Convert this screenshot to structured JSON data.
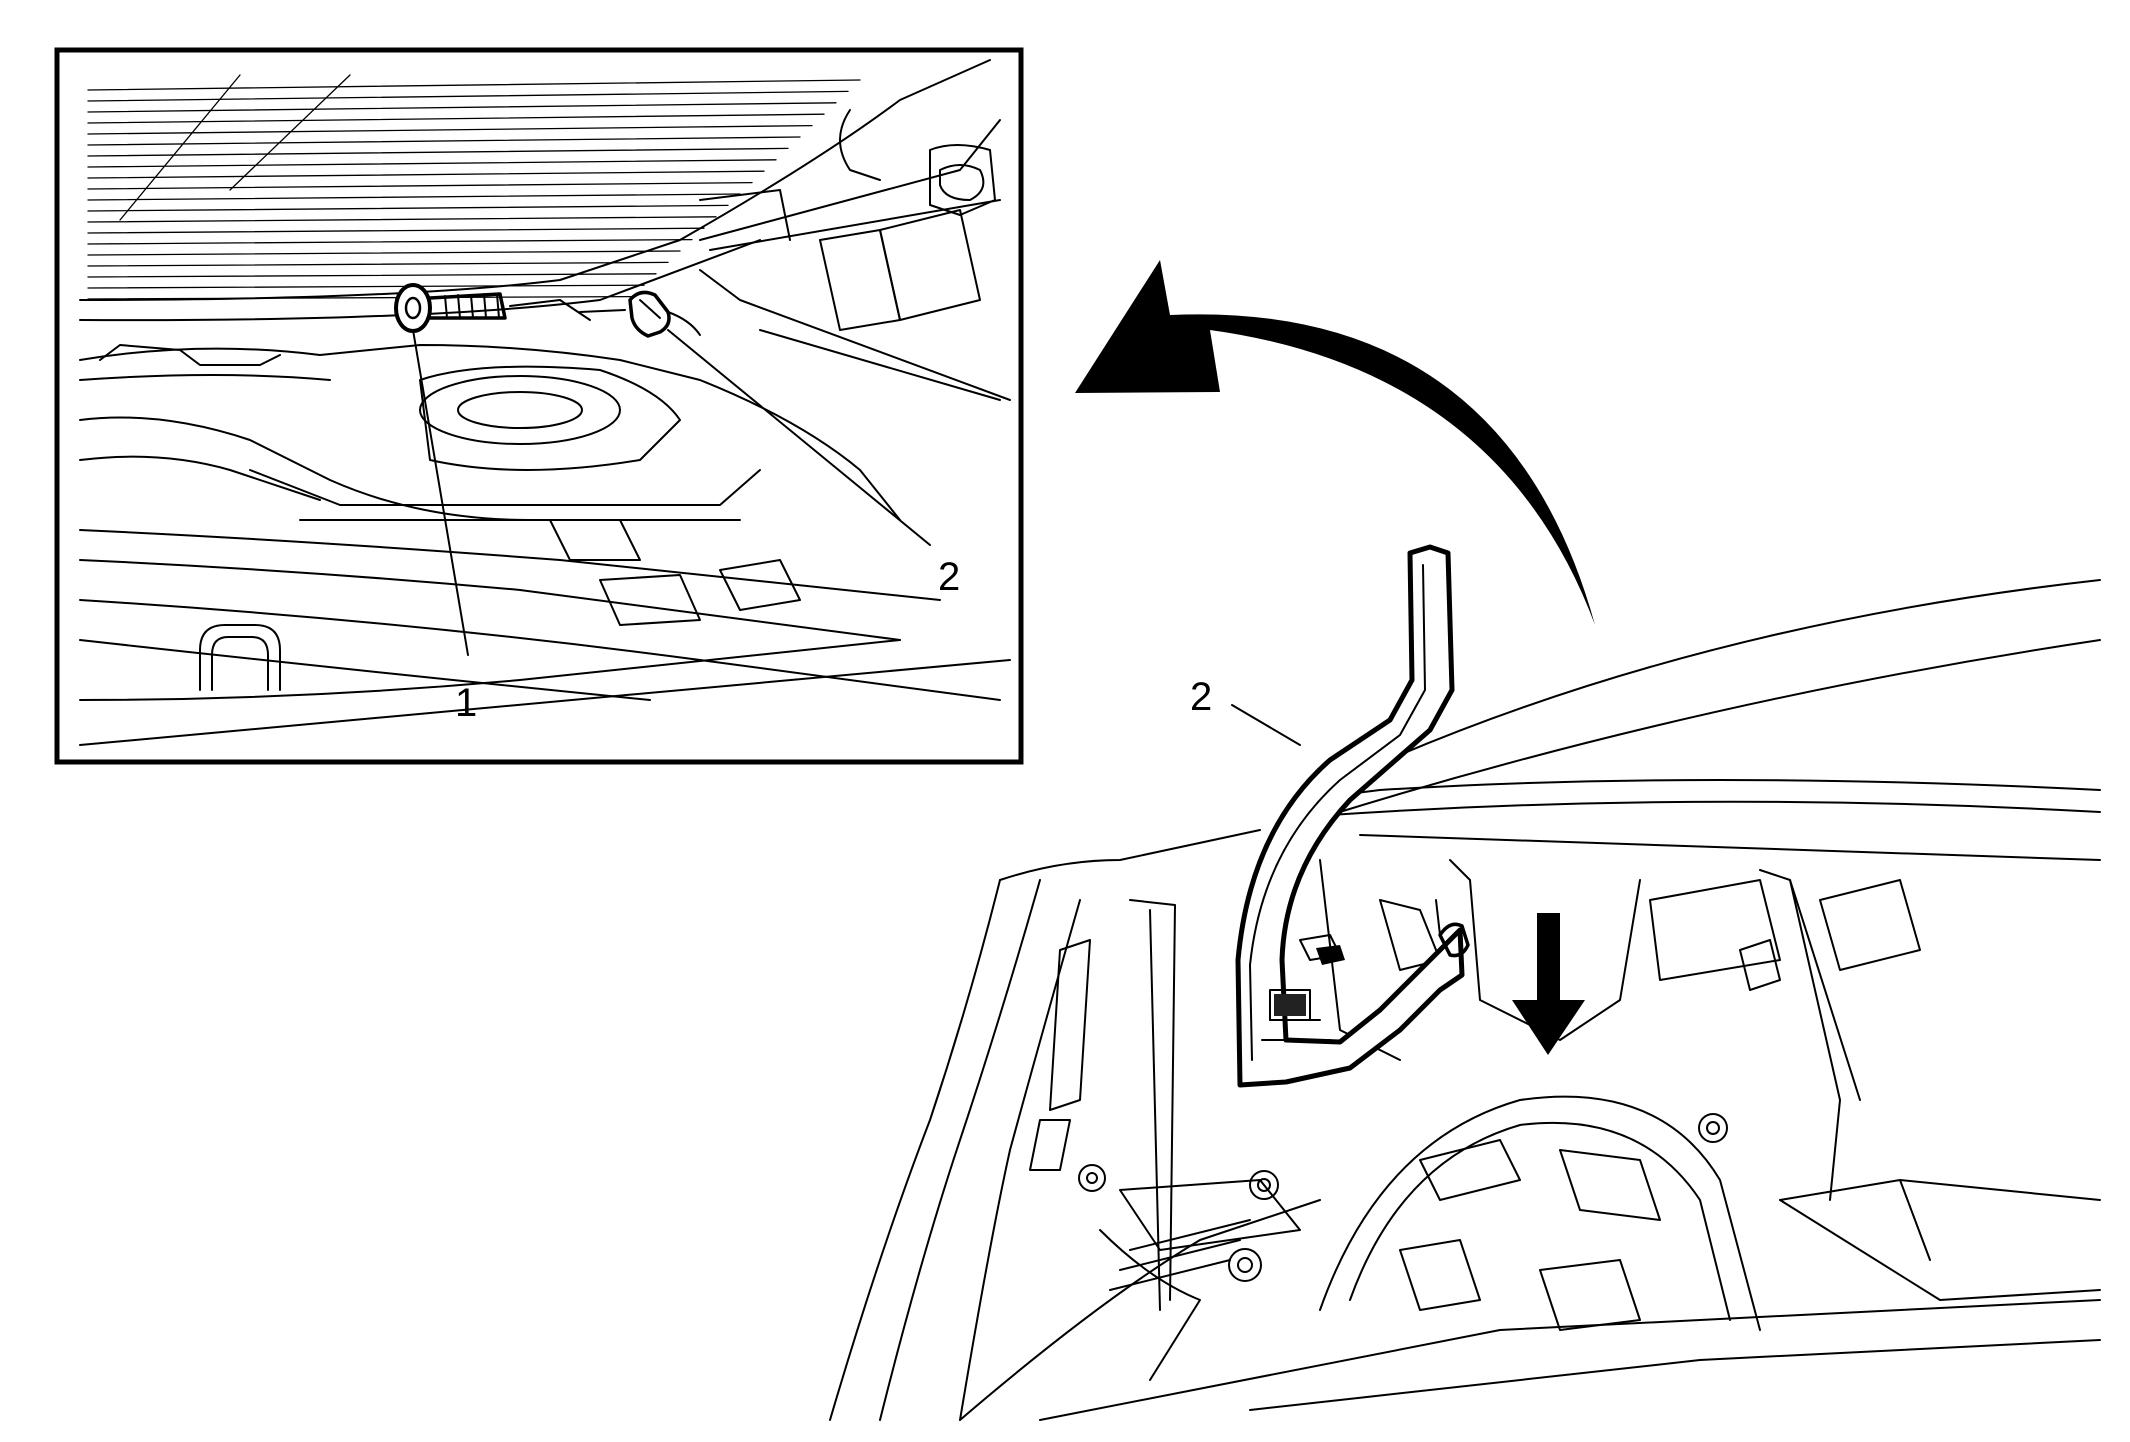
{
  "inset": {
    "callouts": [
      {
        "label": "1"
      },
      {
        "label": "2"
      }
    ]
  },
  "main": {
    "callouts": [
      {
        "label": "2"
      }
    ]
  },
  "colors": {
    "line": "#000000",
    "background": "#ffffff"
  }
}
